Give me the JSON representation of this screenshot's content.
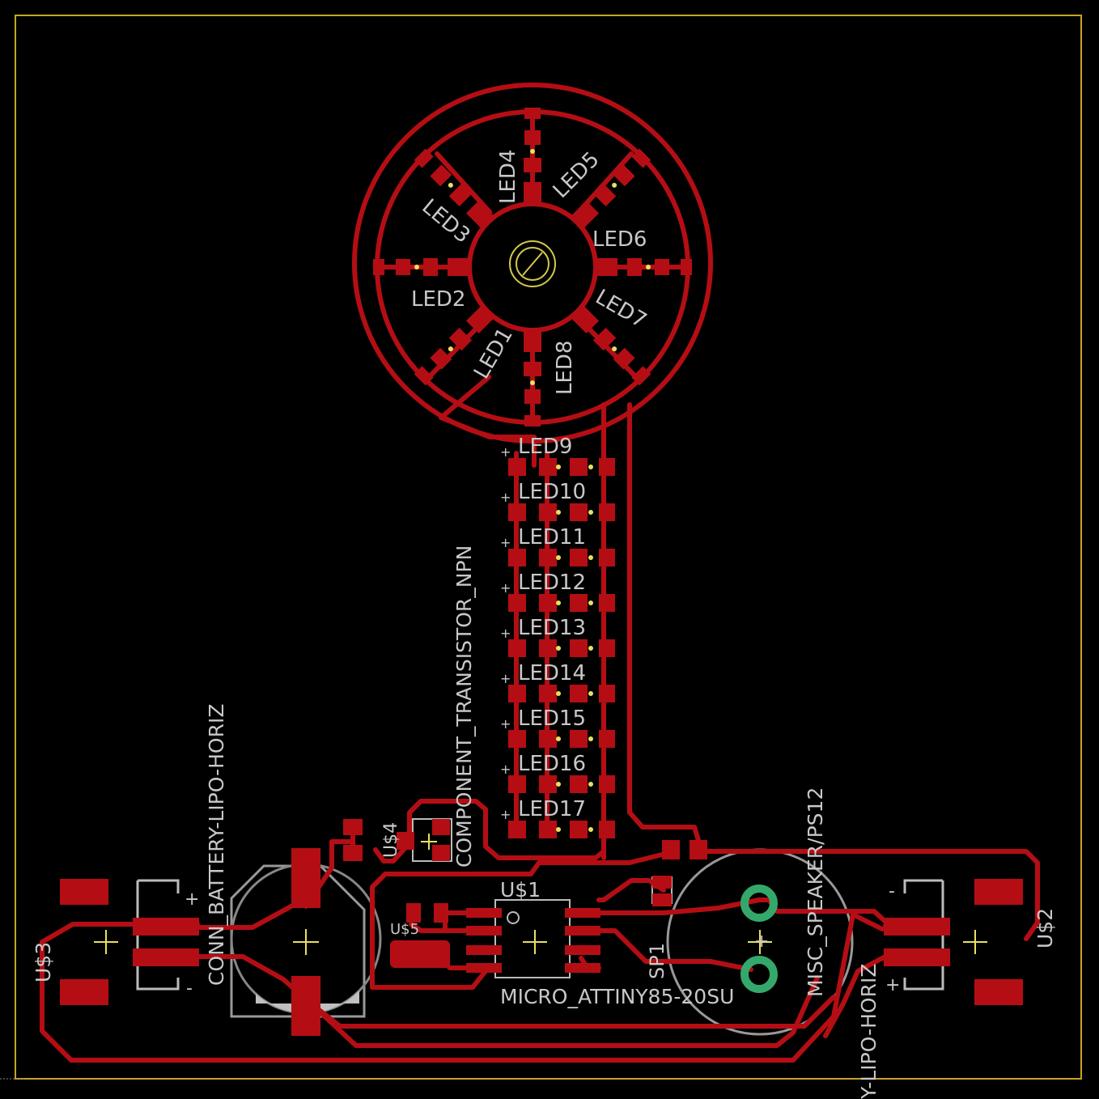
{
  "colors": {
    "background": "#000000",
    "frame": "#c9a227",
    "copper": "#b40e14",
    "silk": "#c8c8c8",
    "via": "#34a86a",
    "origin": "#d4c84a"
  },
  "leds": {
    "ring": [
      "LED1",
      "LED2",
      "LED3",
      "LED4",
      "LED5",
      "LED6",
      "LED7",
      "LED8"
    ],
    "column": [
      "LED9",
      "LED10",
      "LED11",
      "LED12",
      "LED13",
      "LED14",
      "LED15",
      "LED16",
      "LED17"
    ]
  },
  "labels": {
    "transistor": "COMPONENT_TRANSISTOR_NPN",
    "battery_left": "CONN_BATTERY-LIPO-HORIZ",
    "battery_right": "Y-LIPO-HORIZ",
    "speaker": "MISC_SPEAKER/PS12",
    "mcu": "MICRO_ATTINY85-20SU",
    "u1": "U$1",
    "u2": "U$2",
    "u3": "U$3",
    "u4": "U$4",
    "u5": "U$5",
    "sp1": "SP1",
    "plus": "+",
    "minus": "-"
  }
}
